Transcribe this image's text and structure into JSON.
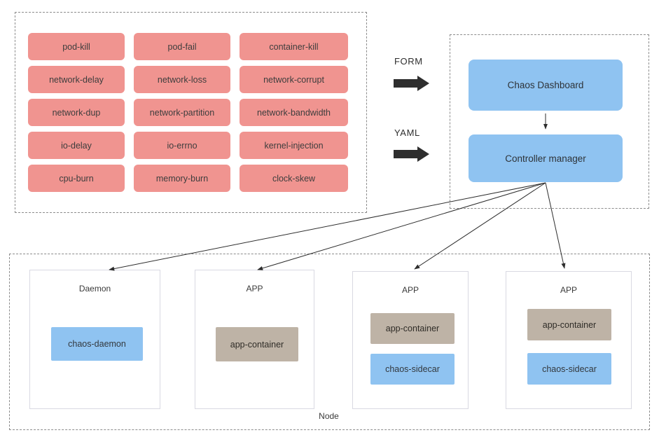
{
  "panels": {
    "experiments": {
      "items": [
        "pod-kill",
        "pod-fail",
        "container-kill",
        "network-delay",
        "network-loss",
        "network-corrupt",
        "network-dup",
        "network-partition",
        "network-bandwidth",
        "io-delay",
        "io-errno",
        "kernel-injection",
        "cpu-burn",
        "memory-burn",
        "clock-skew"
      ]
    },
    "flow": {
      "form_label": "FORM",
      "yaml_label": "YAML"
    },
    "control": {
      "dashboard": "Chaos Dashboard",
      "controller": "Controller manager"
    },
    "node": {
      "label": "Node",
      "groups": [
        {
          "title": "Daemon",
          "containers": [
            {
              "name": "chaos-daemon",
              "kind": "chaos"
            }
          ]
        },
        {
          "title": "APP",
          "containers": [
            {
              "name": "app-container",
              "kind": "app"
            }
          ]
        },
        {
          "title": "APP",
          "containers": [
            {
              "name": "app-container",
              "kind": "app"
            },
            {
              "name": "chaos-sidecar",
              "kind": "chaos"
            }
          ]
        },
        {
          "title": "APP",
          "containers": [
            {
              "name": "app-container",
              "kind": "app"
            },
            {
              "name": "chaos-sidecar",
              "kind": "chaos"
            }
          ]
        }
      ]
    }
  },
  "colors": {
    "experiment_pink": "#F09490",
    "chaos_blue": "#8FC3F1",
    "app_tan": "#BEB3A6",
    "arrow_black": "#2d2d2d",
    "dashed_border": "#8C8C8C",
    "node_border": "#D9D9E2"
  }
}
